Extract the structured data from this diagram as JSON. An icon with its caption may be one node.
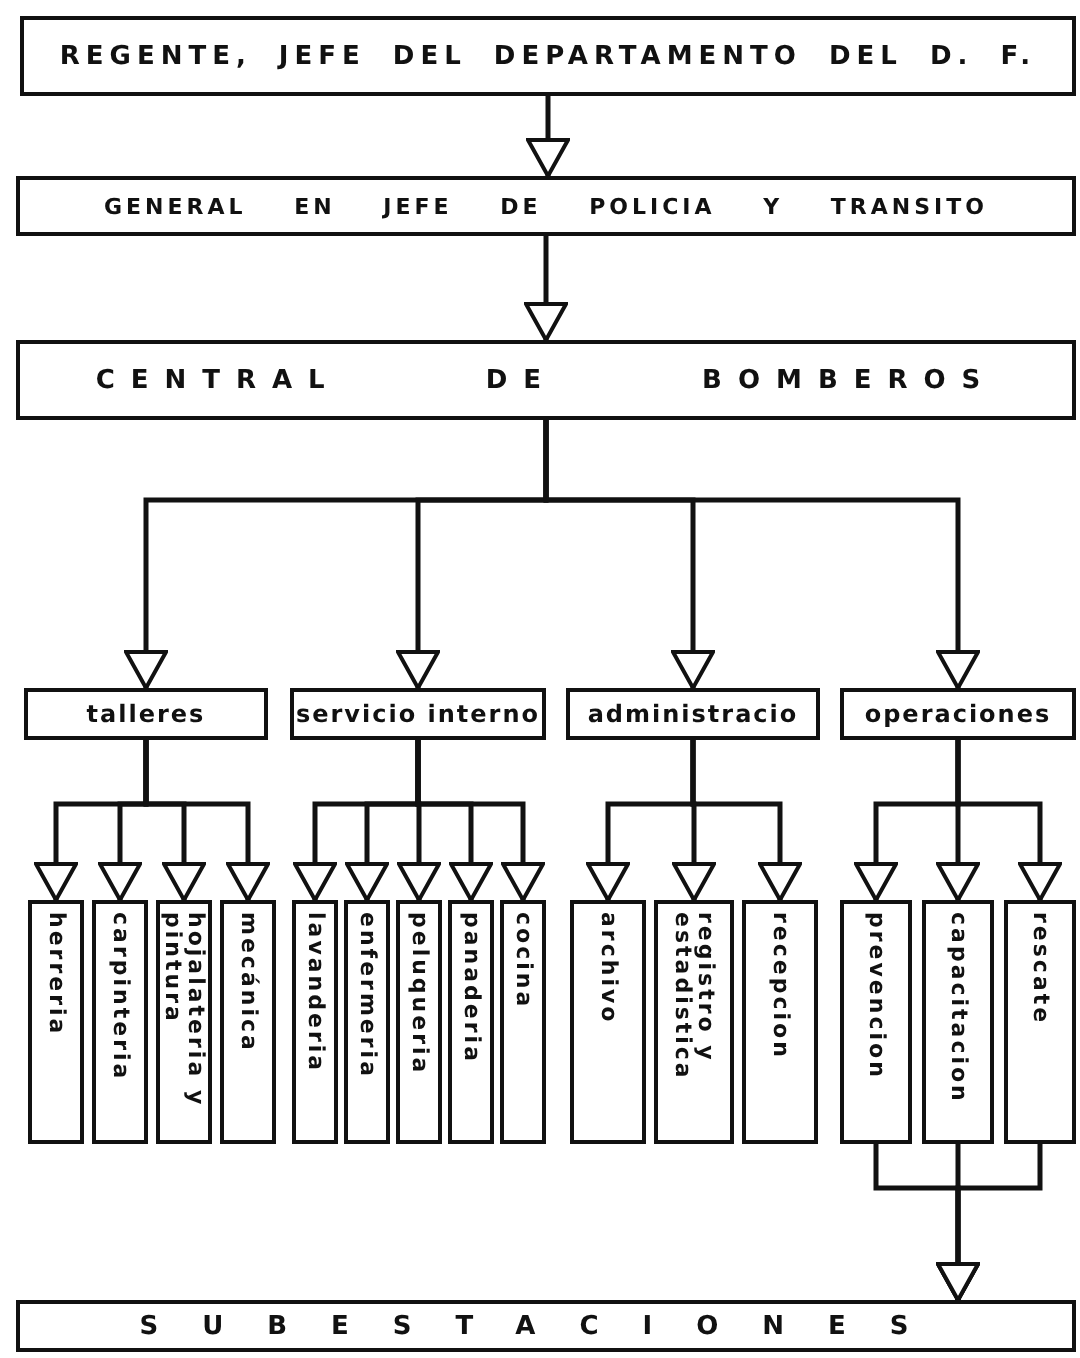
{
  "diagram": {
    "nodes": [
      {
        "text": [
          "REGENTE, JEFE DEL DEPARTAMENTO DEL D. F."
        ]
      },
      {
        "text": [
          "GENERAL EN JEFE DE POLICIA Y TRANSITO"
        ]
      },
      {
        "text": [
          "CENTRAL DE BOMBEROS"
        ]
      },
      {
        "text": [
          "talleres"
        ]
      },
      {
        "text": [
          "servicio interno"
        ]
      },
      {
        "text": [
          "administracio"
        ]
      },
      {
        "text": [
          "operaciones"
        ]
      },
      {
        "text": [
          "herreria"
        ]
      },
      {
        "text": [
          "carpinteria"
        ]
      },
      {
        "text": [
          "hojalateria y pintura"
        ]
      },
      {
        "text": [
          "mecánica"
        ]
      },
      {
        "text": [
          "lavanderia"
        ]
      },
      {
        "text": [
          "enfermeria"
        ]
      },
      {
        "text": [
          "peluqueria"
        ]
      },
      {
        "text": [
          "panaderia"
        ]
      },
      {
        "text": [
          "cocina"
        ]
      },
      {
        "text": [
          "archivo"
        ]
      },
      {
        "text": [
          "registro y estadistica"
        ]
      },
      {
        "text": [
          "recepcion"
        ]
      },
      {
        "text": [
          "prevencion"
        ]
      },
      {
        "text": [
          "capacitacion"
        ]
      },
      {
        "text": [
          "rescate"
        ]
      },
      {
        "text": [
          "SUBESTACIONES"
        ]
      }
    ],
    "edges": [
      {
        "from": 0,
        "to": 1,
        "arrow": "to"
      },
      {
        "from": 1,
        "to": 2,
        "arrow": "to"
      },
      {
        "from": 2,
        "to": 3,
        "arrow": "to"
      },
      {
        "from": 2,
        "to": 4,
        "arrow": "to"
      },
      {
        "from": 2,
        "to": 5,
        "arrow": "to"
      },
      {
        "from": 2,
        "to": 6,
        "arrow": "to"
      },
      {
        "from": 3,
        "to": 7,
        "arrow": "to"
      },
      {
        "from": 3,
        "to": 8,
        "arrow": "to"
      },
      {
        "from": 3,
        "to": 9,
        "arrow": "to"
      },
      {
        "from": 3,
        "to": 10,
        "arrow": "to"
      },
      {
        "from": 4,
        "to": 11,
        "arrow": "to"
      },
      {
        "from": 4,
        "to": 12,
        "arrow": "to"
      },
      {
        "from": 4,
        "to": 13,
        "arrow": "to"
      },
      {
        "from": 4,
        "to": 14,
        "arrow": "to"
      },
      {
        "from": 4,
        "to": 15,
        "arrow": "to"
      },
      {
        "from": 5,
        "to": 16,
        "arrow": "to"
      },
      {
        "from": 5,
        "to": 17,
        "arrow": "to"
      },
      {
        "from": 5,
        "to": 18,
        "arrow": "to"
      },
      {
        "from": 6,
        "to": 19,
        "arrow": "to"
      },
      {
        "from": 6,
        "to": 20,
        "arrow": "to"
      },
      {
        "from": 6,
        "to": 21,
        "arrow": "to"
      },
      {
        "from": 19,
        "to": 22,
        "arrow": "to"
      },
      {
        "from": 20,
        "to": 22,
        "arrow": "to"
      },
      {
        "from": 21,
        "to": 22,
        "arrow": "to"
      }
    ]
  }
}
